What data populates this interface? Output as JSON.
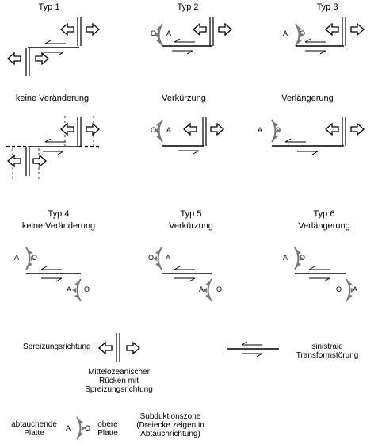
{
  "titles": {
    "typ1": "Typ 1",
    "typ2": "Typ 2",
    "typ3": "Typ 3",
    "keine": "keine Veränderung",
    "verkurzung": "Verkürzung",
    "verlangerung": "Verlängerung",
    "typ4": "Typ 4",
    "typ4_sub": "keine Veränderung",
    "typ5": "Typ 5",
    "typ5_sub": "Verkürzung",
    "typ6": "Typ 6",
    "typ6_sub": "Verlängerung"
  },
  "plate_labels": {
    "overriding": "O",
    "subducting": "A"
  },
  "legend": {
    "spreading_direction": "Spreizungsrichtung",
    "ridge_caption": "Mittelozeanischer\nRücken mit\nSpreizungsrichtung",
    "transform_caption": "sinistrale\nTransformstörung",
    "subducting_plate": "abtauchende\nPlatte",
    "upper_plate": "obere\nPlatte",
    "subduction_caption": "Subduktionszone\n(Dreiecke zeigen in\nAbtauchrichtung)"
  }
}
